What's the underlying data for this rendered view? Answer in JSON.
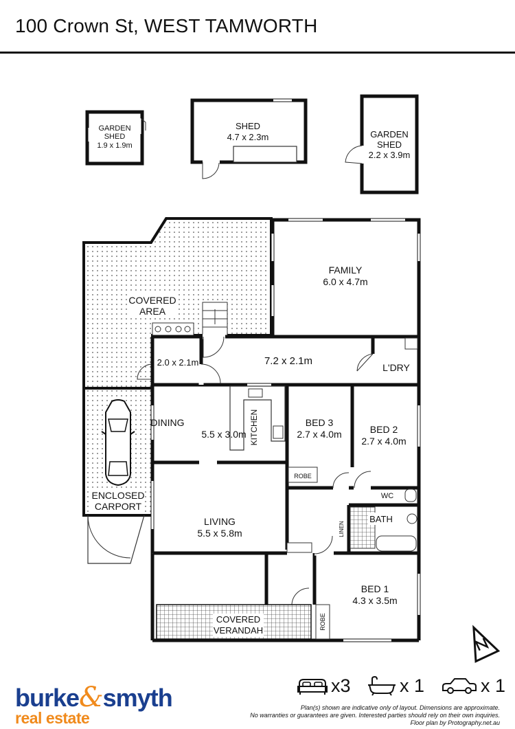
{
  "header": {
    "title": "100 Crown St, WEST TAMWORTH"
  },
  "plan": {
    "rooms": {
      "garden_shed_small": {
        "name": "GARDEN\nSHED",
        "name_1": "GARDEN",
        "name_2": "SHED",
        "size": "1.9 x 1.9m"
      },
      "shed": {
        "name": "SHED",
        "size": "4.7 x 2.3m"
      },
      "garden_shed_large": {
        "name_1": "GARDEN",
        "name_2": "SHED",
        "size": "2.2 x 3.9m"
      },
      "family": {
        "name": "FAMILY",
        "size": "6.0 x 4.7m"
      },
      "covered_area": {
        "name_1": "COVERED",
        "name_2": "AREA"
      },
      "room_small": {
        "size": "2.0 x 2.1m"
      },
      "hall": {
        "size": "7.2 x 2.1m"
      },
      "laundry": {
        "name": "L'DRY"
      },
      "dining": {
        "name": "DINING",
        "size": "5.5 x 3.0m"
      },
      "kitchen": {
        "name": "KITCHEN"
      },
      "bed3": {
        "name": "BED 3",
        "size": "2.7 x 4.0m"
      },
      "bed2": {
        "name": "BED 2",
        "size": "2.7 x 4.0m"
      },
      "robe_bed3": {
        "name": "ROBE"
      },
      "wc": {
        "name": "WC"
      },
      "bath": {
        "name": "BATH"
      },
      "linen": {
        "name": "LINEN"
      },
      "living": {
        "name": "LIVING",
        "size": "5.5 x 5.8m"
      },
      "carport": {
        "name_1": "ENCLOSED",
        "name_2": "CARPORT"
      },
      "bed1": {
        "name": "BED 1",
        "size": "4.3 x 3.5m"
      },
      "robe_bed1": {
        "name": "ROBE"
      },
      "verandah": {
        "name_1": "COVERED",
        "name_2": "VERANDAH"
      }
    }
  },
  "footer": {
    "brand_1": "burke",
    "brand_amp": "&",
    "brand_2": "smyth",
    "brand_sub": "real estate",
    "bedrooms": "x3",
    "bathrooms": "x 1",
    "car_spaces": "x 1",
    "disclaimer_1": "Plan(s) shown are indicative only of layout. Dimensions are approximate.",
    "disclaimer_2": "No warranties or guarantees are given. Interested parties should rely on their own inquiries.",
    "disclaimer_3": "Floor plan by Protography.net.au"
  },
  "colors": {
    "wall": "#111111",
    "brand_blue": "#1a3f8f",
    "brand_orange": "#f08a1c"
  },
  "icons": [
    "bed-icon",
    "bath-icon",
    "car-icon",
    "north-arrow-icon"
  ]
}
